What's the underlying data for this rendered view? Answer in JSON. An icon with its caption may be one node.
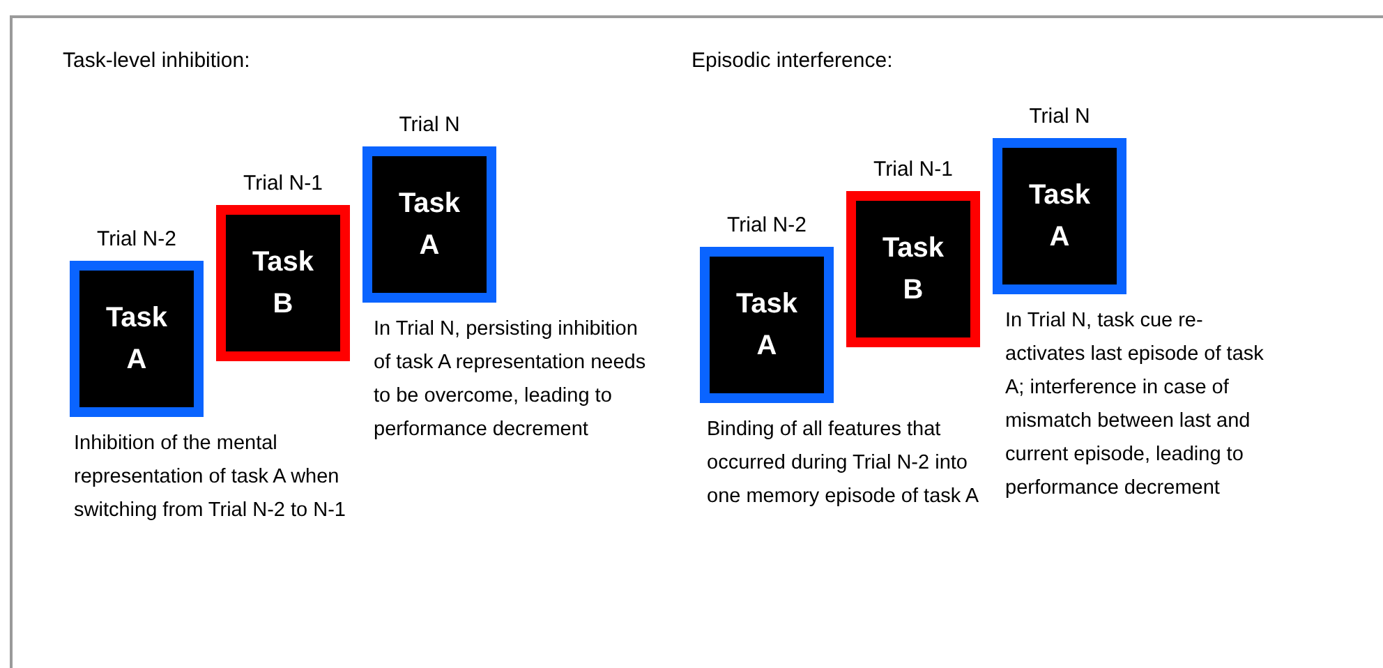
{
  "diagram": {
    "nodes": [
      {
        "text": [
          "Trial N-2",
          "Task A"
        ],
        "beside": [
          "Inhibition of the mental representation of task A when switching from Trial N-2 to N-1"
        ]
      },
      {
        "text": [
          "Trial N-1",
          "Task B"
        ]
      },
      {
        "text": [
          "Trial N",
          "Task A"
        ],
        "beside": [
          "In Trial N, persisting inhibition of task A representation needs to be overcome, leading to performance decrement"
        ]
      },
      {
        "text": [
          "Trial N-2",
          "Task A"
        ],
        "beside": [
          "Binding of all features that occurred during Trial N-2 into one memory episode of task A"
        ]
      },
      {
        "text": [
          "Trial N-1",
          "Task B"
        ]
      },
      {
        "text": [
          "Trial N",
          "Task A"
        ],
        "beside": [
          "In Trial N, task cue re-activates last episode of task A; interference in case of mismatch between last and current episode, leading to performance decrement"
        ]
      }
    ],
    "labels": [
      "Task-level inhibition:",
      "Episodic interference:"
    ]
  }
}
